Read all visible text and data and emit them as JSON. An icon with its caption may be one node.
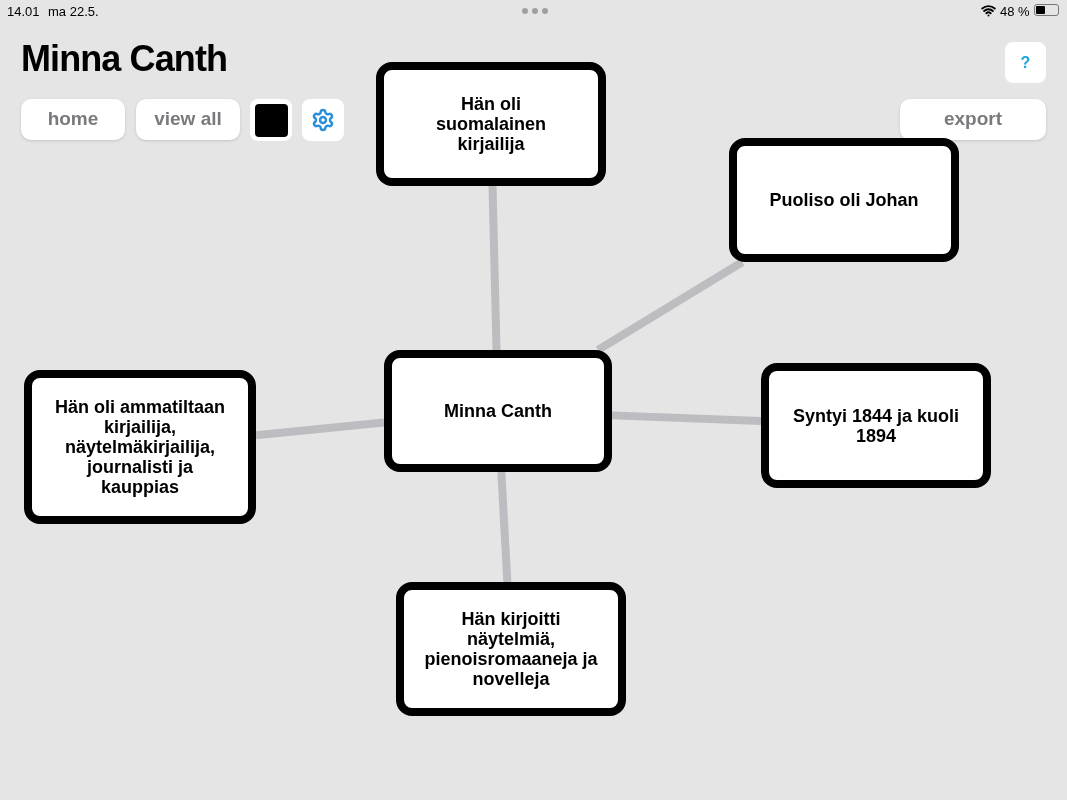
{
  "diagram": {
    "title": "Minna Canth",
    "nodes": [
      {
        "text": [
          "Minna Canth"
        ]
      },
      {
        "text": [
          "Hän oli suomalainen kirjailija"
        ]
      },
      {
        "text": [
          "Puoliso oli Johan"
        ]
      },
      {
        "text": [
          "Hän oli ammatiltaan kirjailija, näytelmäkirjailija, journalisti ja kauppias"
        ]
      },
      {
        "text": [
          "Syntyi 1844 ja kuoli 1894"
        ]
      },
      {
        "text": [
          "Hän kirjoitti näytelmiä, pienoisromaaneja ja novelleja"
        ]
      }
    ],
    "edges": [
      {
        "from": 0,
        "to": 1,
        "arrow": "none"
      },
      {
        "from": 0,
        "to": 2,
        "arrow": "none"
      },
      {
        "from": 0,
        "to": 3,
        "arrow": "none"
      },
      {
        "from": 0,
        "to": 4,
        "arrow": "none"
      },
      {
        "from": 0,
        "to": 5,
        "arrow": "none"
      }
    ],
    "labels": [
      "14.01",
      "ma 22.5.",
      "48 %",
      "home",
      "view all",
      "?",
      "export"
    ]
  }
}
